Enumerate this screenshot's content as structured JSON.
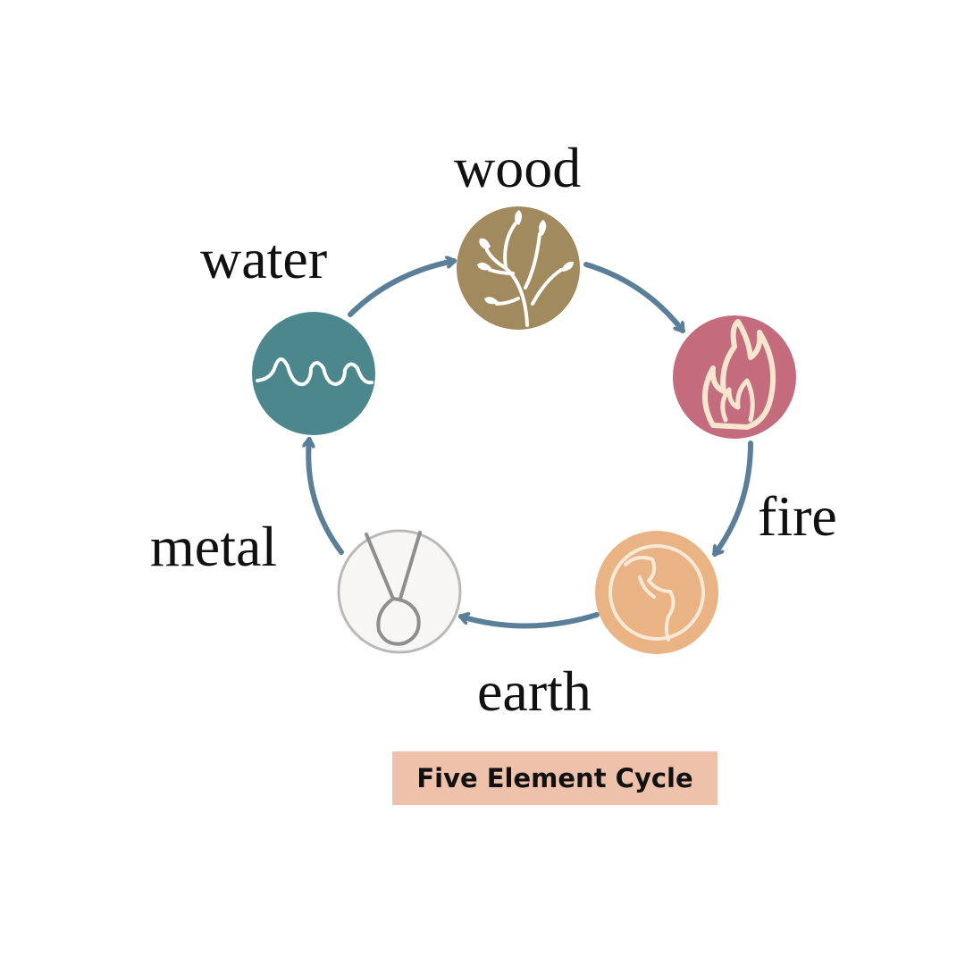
{
  "diagram": {
    "elements": [
      {
        "id": "wood",
        "label": "wood",
        "icon": "sprout-icon",
        "color": "#a08a5e"
      },
      {
        "id": "fire",
        "label": "fire",
        "icon": "flame-icon",
        "color": "#c46c7e"
      },
      {
        "id": "earth",
        "label": "earth",
        "icon": "globe-icon",
        "color": "#e9b383"
      },
      {
        "id": "metal",
        "label": "metal",
        "icon": "metal-icon",
        "color": "#f7f6f4"
      },
      {
        "id": "water",
        "label": "water",
        "icon": "waves-icon",
        "color": "#4b878d"
      }
    ],
    "cycle": [
      "wood",
      "fire",
      "earth",
      "metal",
      "water"
    ],
    "arrow_color": "#5b7f99"
  },
  "caption": {
    "text": "Five Element Cycle",
    "background": "#edc1aa"
  }
}
